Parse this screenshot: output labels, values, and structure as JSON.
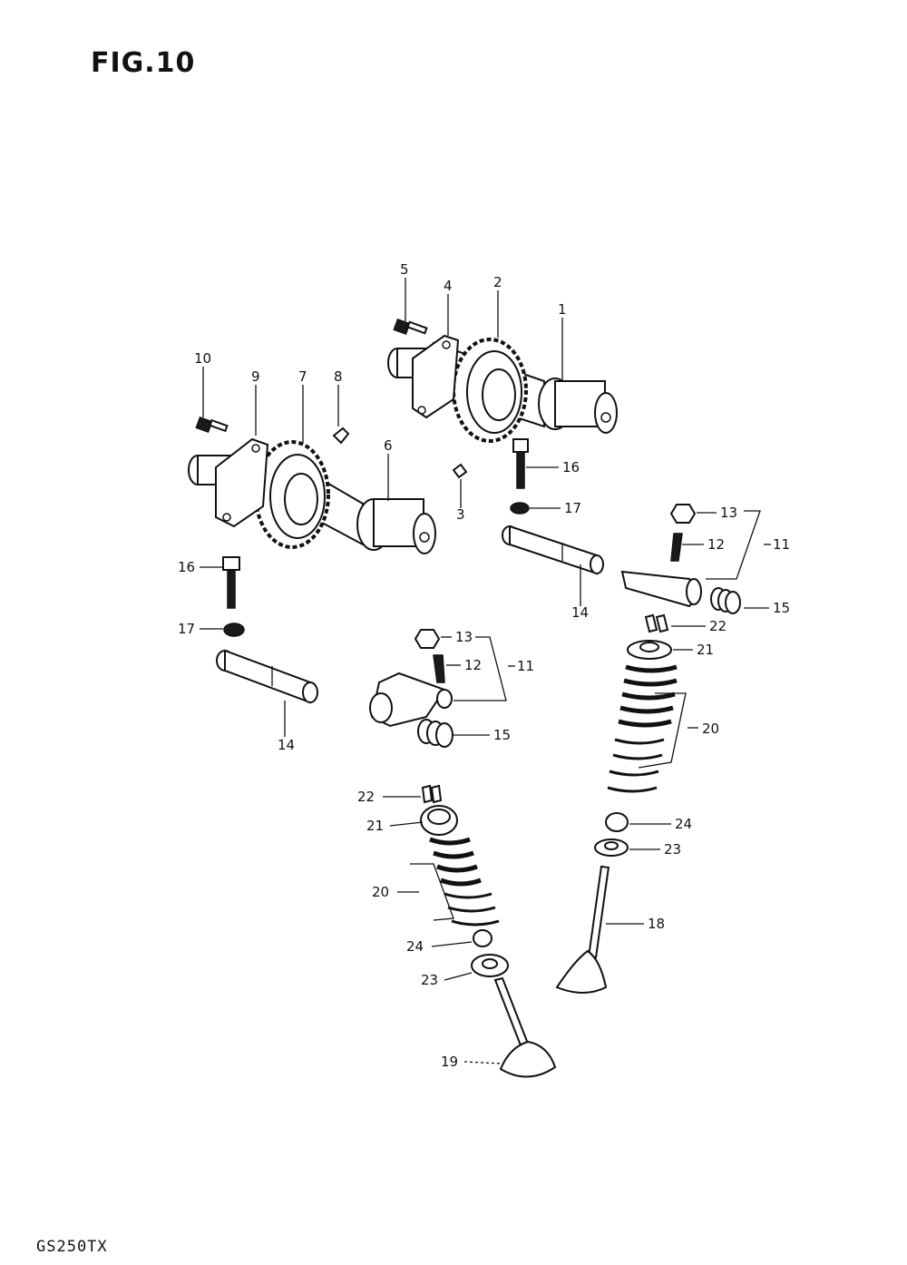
{
  "header": {
    "figure_title": "FIG.10"
  },
  "footer": {
    "model_code": "GS250TX"
  },
  "callouts": {
    "c1": "1",
    "c2": "2",
    "c3": "3",
    "c4": "4",
    "c5": "5",
    "c6": "6",
    "c7": "7",
    "c8": "8",
    "c9": "9",
    "c10": "10",
    "c11a": "11",
    "c11b": "11",
    "c12a": "12",
    "c12b": "12",
    "c13a": "13",
    "c13b": "13",
    "c14a": "14",
    "c14b": "14",
    "c15a": "15",
    "c15b": "15",
    "c16a": "16",
    "c16b": "16",
    "c17a": "17",
    "c17b": "17",
    "c18": "18",
    "c19": "19",
    "c20a": "20",
    "c20b": "20",
    "c21a": "21",
    "c21b": "21",
    "c22a": "22",
    "c22b": "22",
    "c23a": "23",
    "c23b": "23",
    "c24a": "24",
    "c24b": "24"
  }
}
